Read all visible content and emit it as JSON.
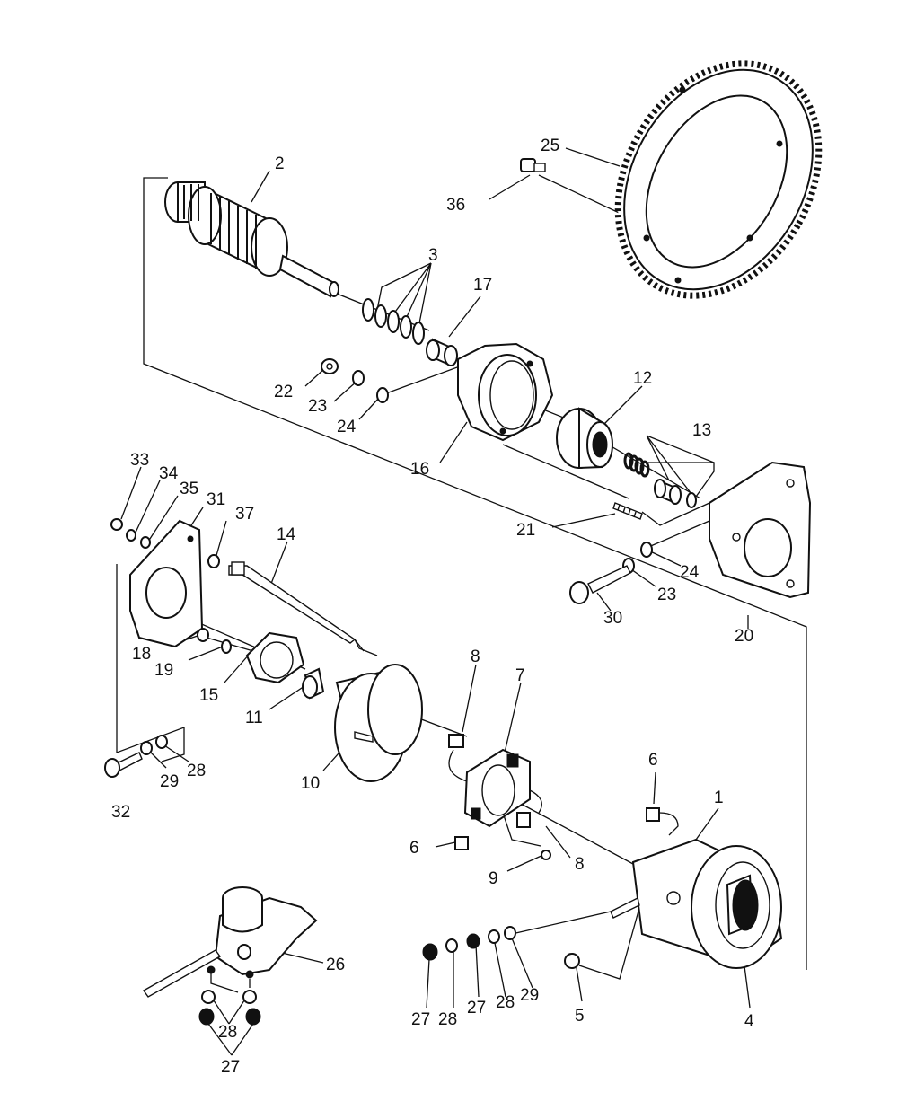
{
  "diagram": {
    "labels": [
      "1",
      "2",
      "3",
      "4",
      "5",
      "6",
      "6",
      "7",
      "8",
      "8",
      "9",
      "10",
      "11",
      "12",
      "13",
      "14",
      "15",
      "16",
      "17",
      "18",
      "19",
      "20",
      "21",
      "22",
      "23",
      "23",
      "24",
      "24",
      "25",
      "26",
      "27",
      "27",
      "27",
      "28",
      "28",
      "28",
      "28",
      "29",
      "29",
      "30",
      "31",
      "32",
      "33",
      "34",
      "35",
      "36",
      "37"
    ]
  }
}
